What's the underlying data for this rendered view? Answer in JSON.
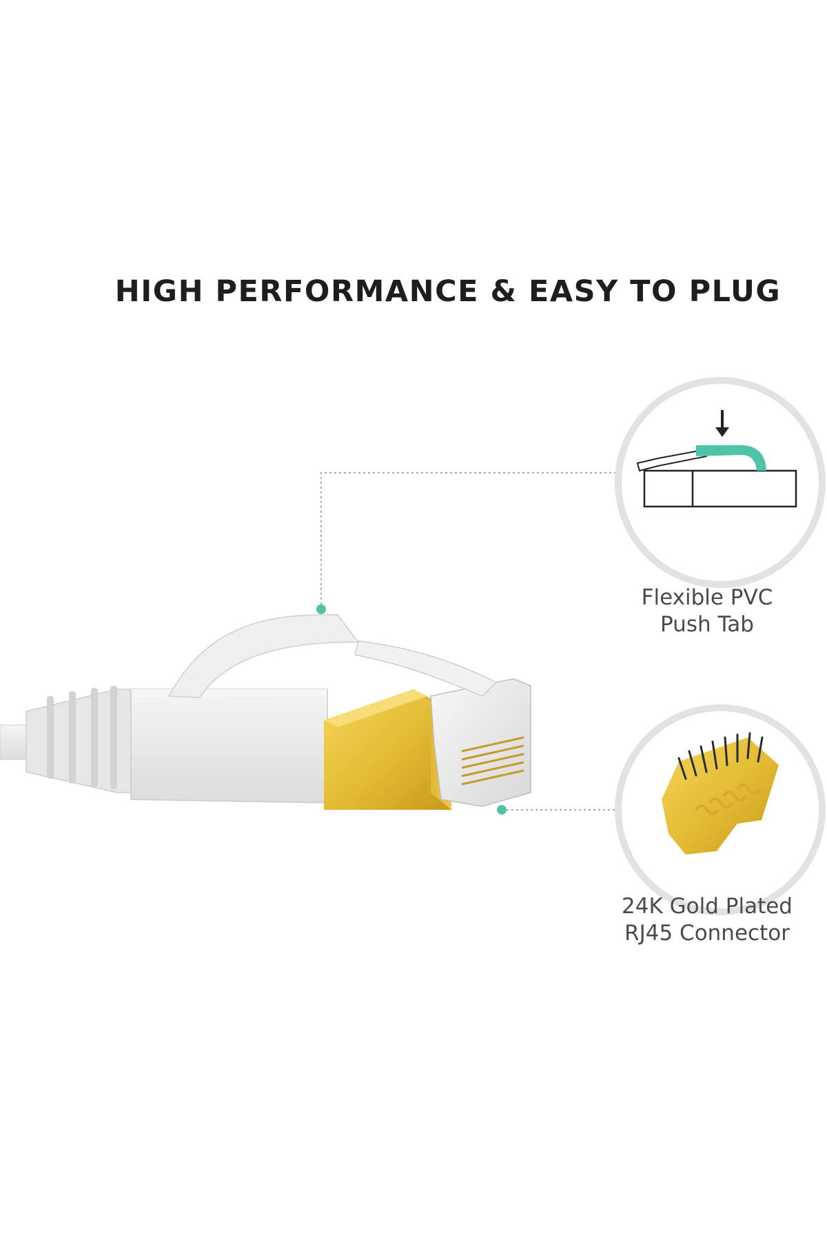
{
  "headline": "HIGH PERFORMANCE & EASY TO PLUG",
  "features": [
    {
      "line1": "Flexible PVC",
      "line2": "Push Tab",
      "icon": "push-tab-diagram-icon"
    },
    {
      "line1": "24K Gold Plated",
      "line2": "RJ45 Connector",
      "icon": "gold-contacts-icon"
    }
  ],
  "colors": {
    "accent": "#4fc3a8",
    "gold": "#e4bd35",
    "cable": "#ebebeb",
    "circle_ring": "#e2e2e2",
    "text": "#1e1e1e"
  }
}
